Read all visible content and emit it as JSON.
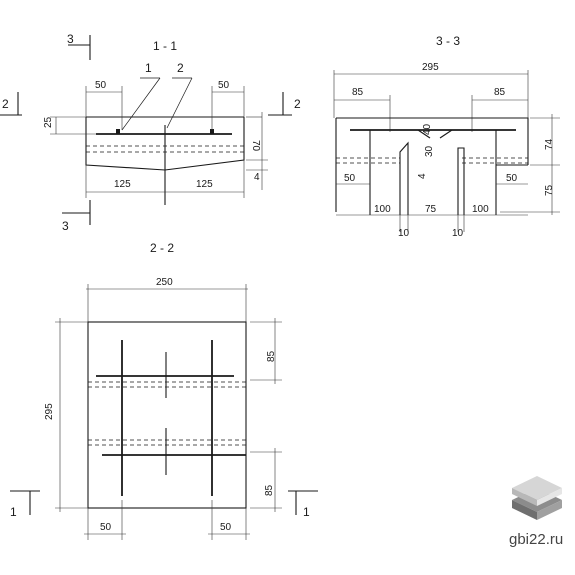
{
  "section11": {
    "title": "1 - 1",
    "cut_marker_top": "3",
    "cut_marker_bottom": "3",
    "cut_marker_side": "2",
    "cut_marker_side_right": "2",
    "callout_1": "1",
    "callout_2": "2",
    "dim_left_top": "50",
    "dim_right_top": "50",
    "dim_left_height": "25",
    "dim_right_height": "70",
    "dim_right_small": "4",
    "dim_bottom_left": "125",
    "dim_bottom_right": "125"
  },
  "section33": {
    "title": "3 - 3",
    "dim_overall": "295",
    "dim_left": "85",
    "dim_right": "85",
    "dim_40": "40",
    "dim_30": "30",
    "dim_4": "4",
    "dim_74": "74",
    "dim_75_side": "75",
    "dim_50_left": "50",
    "dim_50_right": "50",
    "dim_100_left": "100",
    "dim_75_mid": "75",
    "dim_100_right": "100",
    "dim_10_left": "10",
    "dim_10_right": "10"
  },
  "section22": {
    "title": "2 - 2",
    "dim_width": "250",
    "dim_height": "295",
    "dim_85_top": "85",
    "dim_85_bottom": "85",
    "dim_50_left": "50",
    "dim_50_right": "50",
    "cut_marker_left": "1",
    "cut_marker_right": "1"
  },
  "watermark": "gbi22.ru"
}
